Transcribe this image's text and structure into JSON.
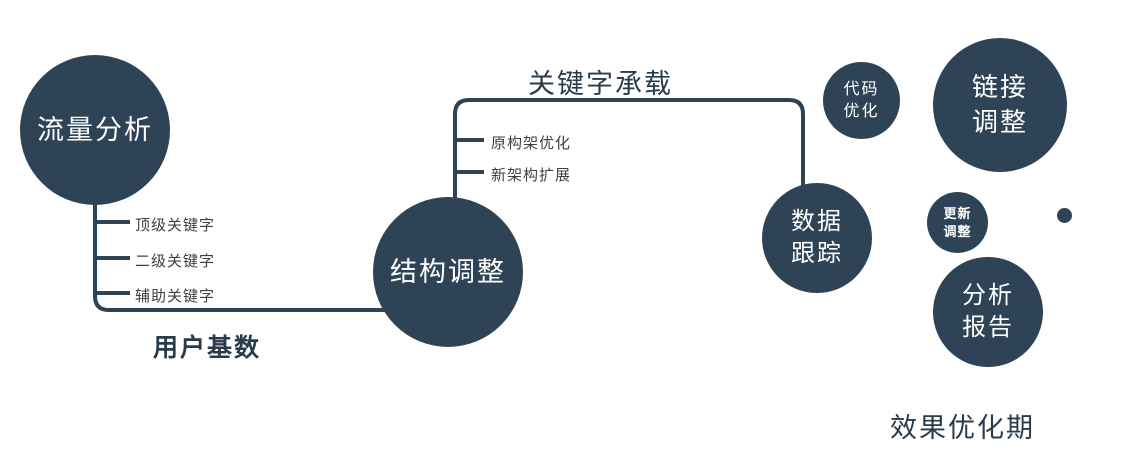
{
  "colors": {
    "node_fill": "#2e4456",
    "node_text": "#ffffff",
    "connector": "#2e4456",
    "label_dark": "#2a3b4c",
    "branch_text": "#404040"
  },
  "nodes": {
    "traffic": {
      "label": "流量分析"
    },
    "structure": {
      "label": "结构调整"
    },
    "tracking": {
      "label": "数据\n跟踪"
    },
    "code": {
      "label": "代码\n优化"
    },
    "link": {
      "label": "链接\n调整"
    },
    "update": {
      "label": "更新\n调整"
    },
    "report": {
      "label": "分析\n报告"
    }
  },
  "edges": {
    "user_base_label": "用户基数",
    "keyword_bearing_label": "关键字承载"
  },
  "branches": {
    "traffic": [
      "顶级关键字",
      "二级关键字",
      "辅助关键字"
    ],
    "structure": [
      "原构架优化",
      "新架构扩展"
    ]
  },
  "footer": {
    "label": "效果优化期"
  }
}
